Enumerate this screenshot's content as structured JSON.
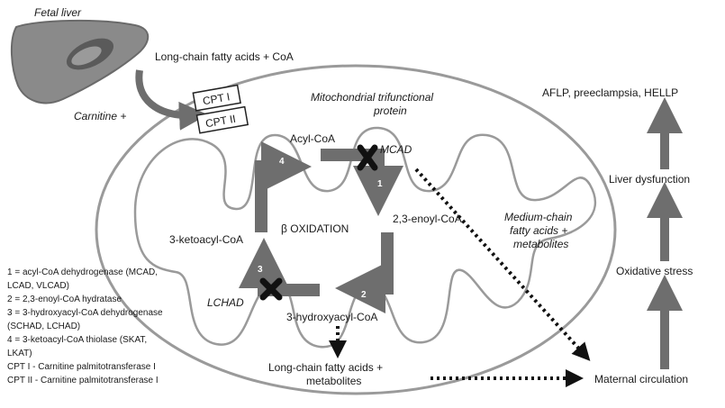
{
  "fetal_liver": "Fetal liver",
  "long_chain_coa": "Long-chain fatty acids + CoA",
  "carnitine": "Carnitine +",
  "cpt1": "CPT I",
  "cpt2": "CPT II",
  "mtp_line1": "Mitochondrial trifunctional",
  "mtp_line2": "protein",
  "acyl_coa": "Acyl-CoA",
  "mcad": "MCAD",
  "enoyl_coa": "2,3-enoyl-CoA",
  "beta_ox": "β OXIDATION",
  "ketoacyl_coa": "3-ketoacyl-CoA",
  "hydroxyacyl_coa": "3-hydroxyacyl-CoA",
  "lchad": "LCHAD",
  "steps": [
    "1",
    "2",
    "3",
    "4"
  ],
  "medium_chain": [
    "Medium-chain",
    "fatty acids +",
    "metabolites"
  ],
  "long_chain_met": [
    "Long-chain fatty acids +",
    "metabolites"
  ],
  "maternal_circulation": "Maternal circulation",
  "oxidative_stress": "Oxidative stress",
  "liver_dysfunction": "Liver dysfunction",
  "aflp": "AFLP, preeclampsia, HELLP",
  "legend": [
    "1 = acyl-CoA dehydrogenase (MCAD,",
    "LCAD, VLCAD)",
    "2 = 2,3-enoyl-CoA hydratase",
    "3 = 3-hydroxyacyl-CoA dehydrogenase",
    "(SCHAD, LCHAD)",
    "4 = 3-ketoacyl-CoA thiolase (SKAT,",
    "LKAT)",
    "CPT I - Carnitine palmitotransferase I",
    "CPT II - Carnitine palmitotransferase I"
  ],
  "colors": {
    "arrow": "#6e6e6e",
    "outline": "#8a8a8a",
    "liver": "#808080",
    "block": "#111111"
  }
}
